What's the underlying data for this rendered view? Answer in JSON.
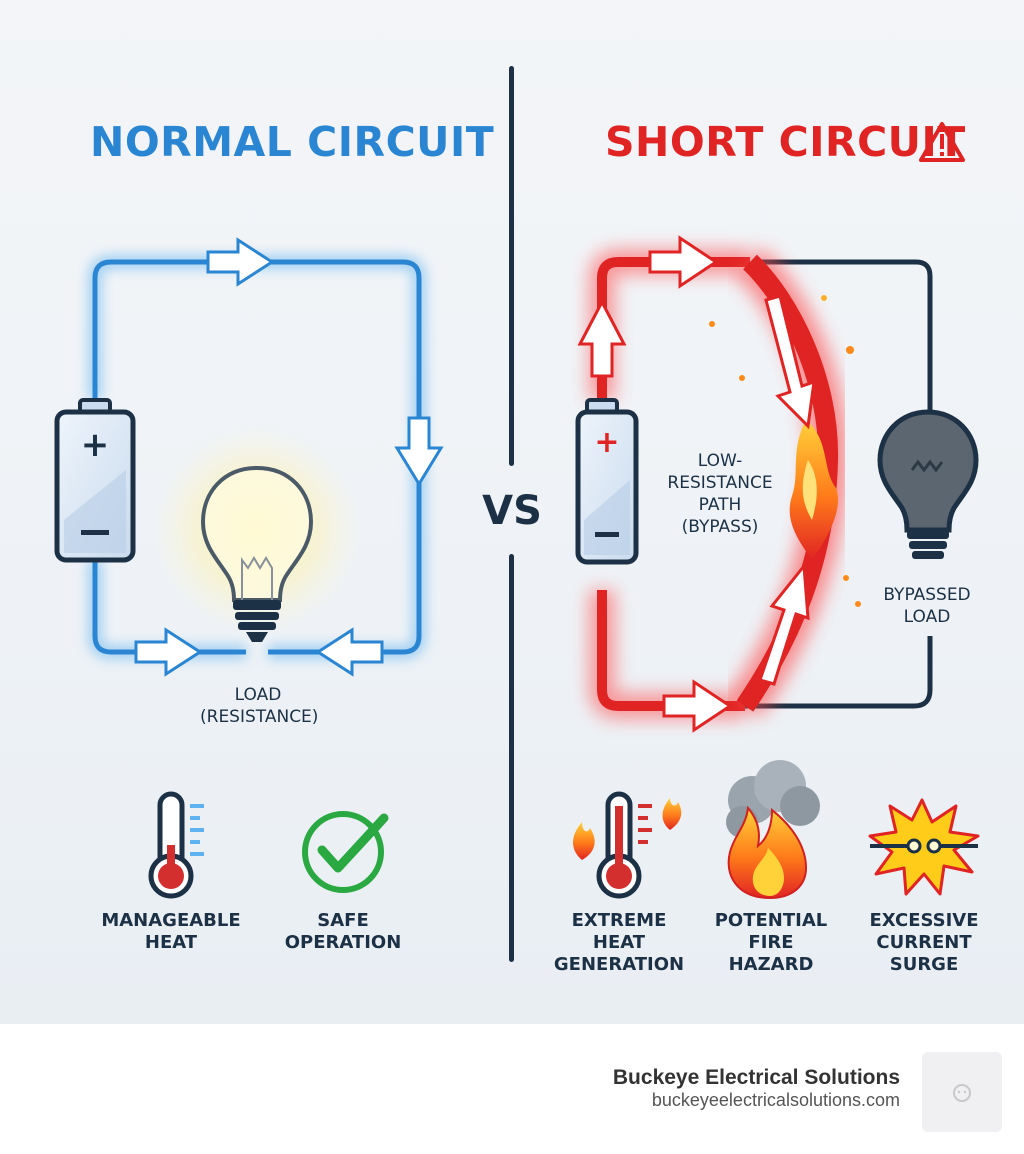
{
  "normal": {
    "title": "NORMAL CIRCUIT",
    "load_label": [
      "LOAD",
      "(RESISTANCE)"
    ],
    "indicators": [
      {
        "icon": "thermometer-low-icon",
        "label": [
          "MANAGEABLE",
          "HEAT"
        ]
      },
      {
        "icon": "checkmark-icon",
        "label": [
          "SAFE",
          "OPERATION"
        ]
      }
    ]
  },
  "vs_text": "VS",
  "short": {
    "title": "SHORT CIRCUIT",
    "warning_icon": "warning-triangle-icon",
    "path_label": [
      "LOW-",
      "RESISTANCE",
      "PATH",
      "(BYPASS)"
    ],
    "load_label": [
      "BYPASSED",
      "LOAD"
    ],
    "indicators": [
      {
        "icon": "thermometer-fire-icon",
        "label": [
          "EXTREME HEAT",
          "GENERATION"
        ]
      },
      {
        "icon": "fire-icon",
        "label": [
          "POTENTIAL",
          "FIRE HAZARD"
        ]
      },
      {
        "icon": "spark-burst-icon",
        "label": [
          "EXCESSIVE",
          "CURRENT SURGE"
        ]
      }
    ]
  },
  "footer": {
    "brand_name": "Buckeye Electrical Solutions",
    "brand_url": "buckeyeelectricalsolutions.com"
  },
  "colors": {
    "normal_accent": "#2a86d2",
    "short_accent": "#e02424",
    "dark": "#1c3145",
    "safe_green": "#2aa842"
  }
}
